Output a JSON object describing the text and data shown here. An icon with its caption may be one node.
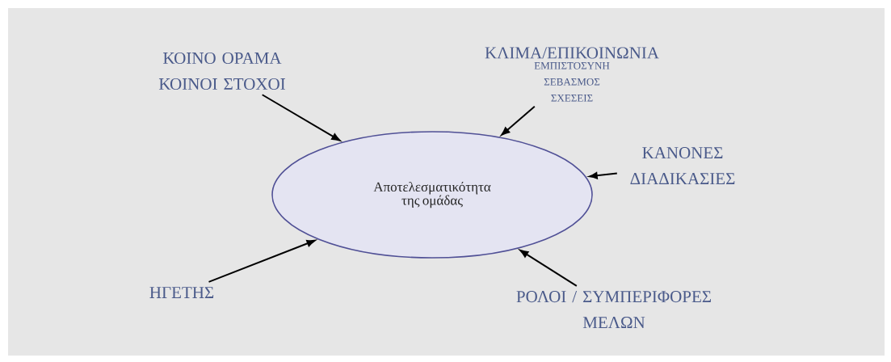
{
  "diagram": {
    "nodes": [
      {
        "text": [
          "Αποτελεσματικότητα της ομάδας"
        ]
      },
      {
        "text": [
          "ΚΟΙΝΟ ΟΡΑΜΑ ΚΟΙΝΟΙ ΣΤΟΧΟΙ"
        ]
      },
      {
        "text": [
          "ΚΛΙΜΑ/ΕΠΙΚΟΙΝΩΝΙΑ",
          "ΕΜΠΙΣΤΟΣΥΝΗ ΣΕΒΑΣΜΟΣ ΣΧΕΣΕΙΣ"
        ]
      },
      {
        "text": [
          "ΚΑΝΟΝΕΣ ΔΙΑΔΙΚΑΣΙΕΣ"
        ]
      },
      {
        "text": [
          "ΗΓΕΤΗΣ"
        ]
      },
      {
        "text": [
          "ΡΟΛΟΙ / ΣΥΜΠΕΡΙΦΟΡΕΣ ΜΕΛΩΝ"
        ]
      }
    ],
    "edges": [
      {
        "from": 1,
        "to": 0,
        "arrow": "to"
      },
      {
        "from": 2,
        "to": 0,
        "arrow": "to"
      },
      {
        "from": 3,
        "to": 0,
        "arrow": "to"
      },
      {
        "from": 4,
        "to": 0,
        "arrow": "to"
      },
      {
        "from": 5,
        "to": 0,
        "arrow": "to"
      }
    ]
  }
}
